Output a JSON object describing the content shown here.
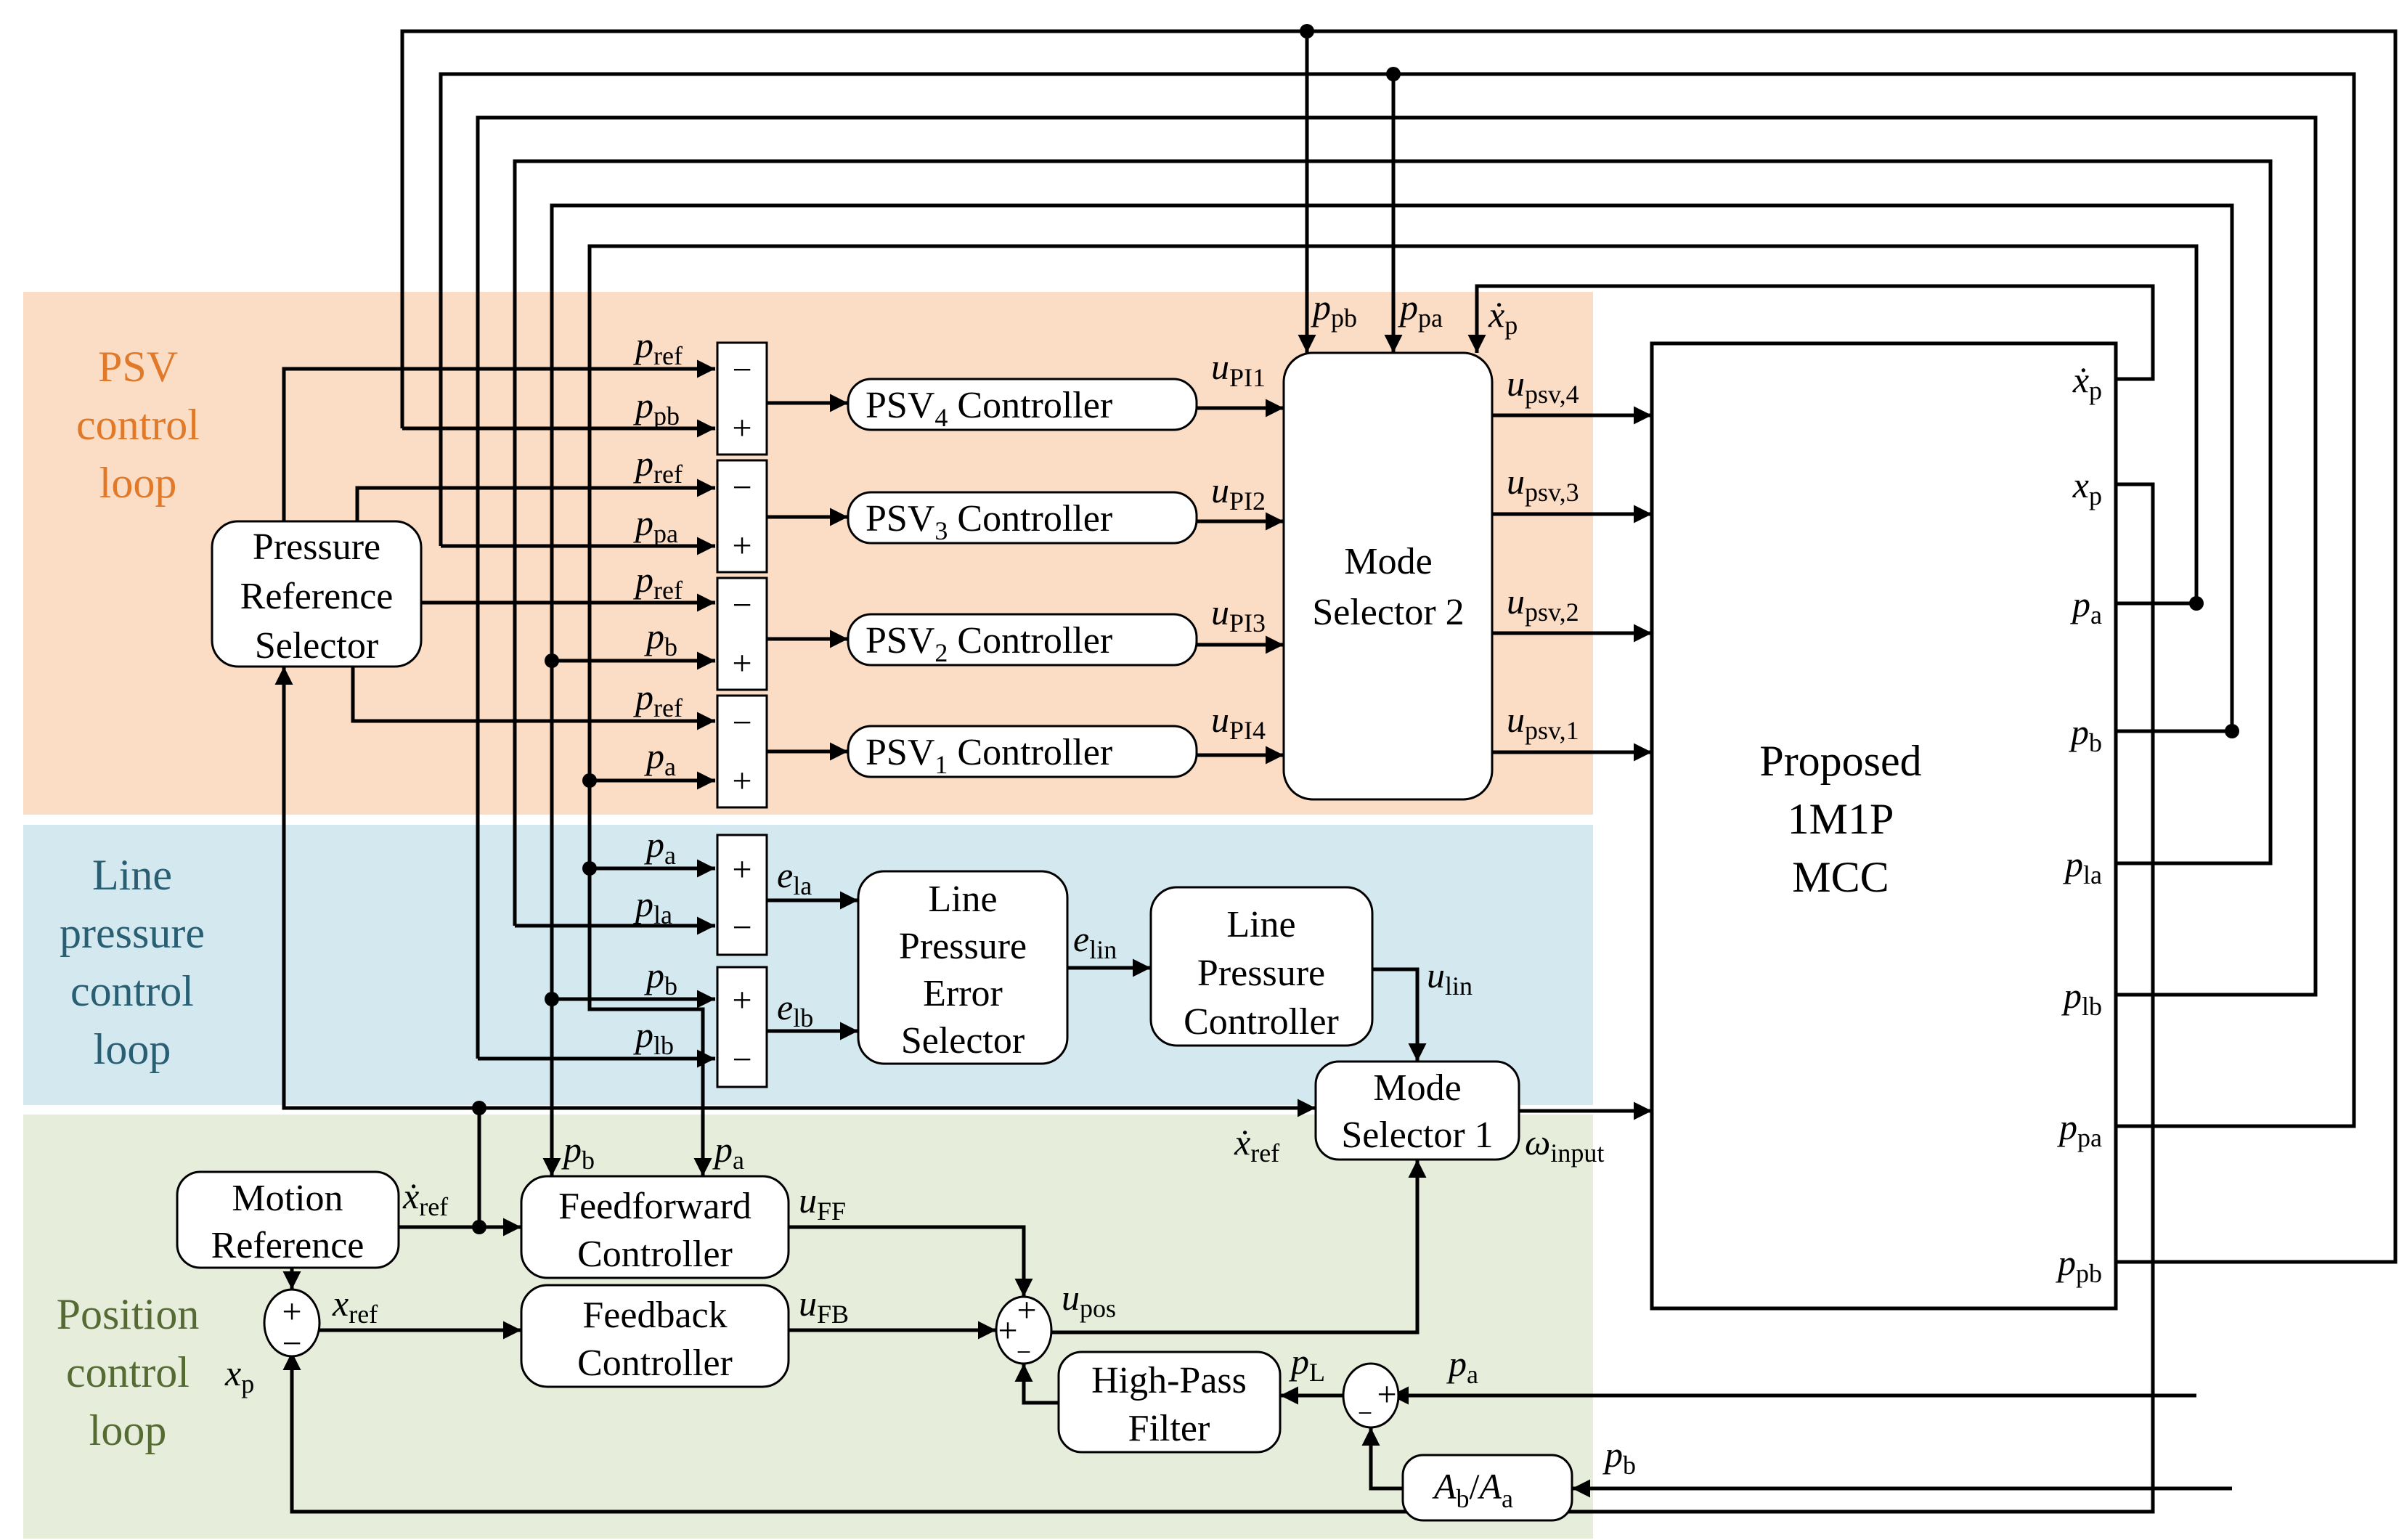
{
  "colors": {
    "psv_band": "#fbdcc4",
    "line_band": "#d3e9ef",
    "position_band": "#e6eedb",
    "psv_text": "#e07a2a",
    "line_text": "#2a5f73",
    "position_text": "#566b34",
    "wire": "#000000"
  },
  "bands": {
    "psv": [
      "PSV",
      "control",
      "loop"
    ],
    "line": [
      "Line",
      "pressure",
      "control",
      "loop"
    ],
    "position": [
      "Position",
      "control",
      "loop"
    ]
  },
  "blocks": {
    "pressure_reference_selector": [
      "Pressure",
      "Reference",
      "Selector"
    ],
    "psv4": {
      "main": "PSV",
      "sub": "4",
      "rest": " Controller"
    },
    "psv3": {
      "main": "PSV",
      "sub": "3",
      "rest": " Controller"
    },
    "psv2": {
      "main": "PSV",
      "sub": "2",
      "rest": " Controller"
    },
    "psv1": {
      "main": "PSV",
      "sub": "1",
      "rest": " Controller"
    },
    "mode_selector_2": [
      "Mode",
      "Selector 2"
    ],
    "mcc": [
      "Proposed",
      "1M1P",
      "MCC"
    ],
    "line_pressure_error_selector": [
      "Line",
      "Pressure",
      "Error",
      "Selector"
    ],
    "line_pressure_controller": [
      "Line",
      "Pressure",
      "Controller"
    ],
    "mode_selector_1": [
      "Mode",
      "Selector 1"
    ],
    "motion_reference": [
      "Motion",
      "Reference"
    ],
    "feedforward_controller": [
      "Feedforward",
      "Controller"
    ],
    "feedback_controller": [
      "Feedback",
      "Controller"
    ],
    "high_pass_filter": [
      "High-Pass",
      "Filter"
    ],
    "area_ratio": {
      "a": "A",
      "a_sub": "b",
      "slash": "/",
      "b": "A",
      "b_sub": "a"
    }
  },
  "signs": {
    "minus": "−",
    "plus": "+"
  },
  "signals": {
    "p_ref": {
      "base": "p",
      "sub": "ref"
    },
    "p_pb": {
      "base": "p",
      "sub": "pb"
    },
    "p_pa": {
      "base": "p",
      "sub": "pa"
    },
    "p_a": {
      "base": "p",
      "sub": "a"
    },
    "p_b": {
      "base": "p",
      "sub": "b"
    },
    "p_la": {
      "base": "p",
      "sub": "la"
    },
    "p_lb": {
      "base": "p",
      "sub": "lb"
    },
    "p_L": {
      "base": "p",
      "sub": "L"
    },
    "xdot_p": {
      "base": "ẋ",
      "sub": "p"
    },
    "x_p": {
      "base": "x",
      "sub": "p"
    },
    "xdot_ref": {
      "base": "ẋ",
      "sub": "ref"
    },
    "x_ref": {
      "base": "x",
      "sub": "ref"
    },
    "u_PI1": {
      "base": "u",
      "sub": "PI1"
    },
    "u_PI2": {
      "base": "u",
      "sub": "PI2"
    },
    "u_PI3": {
      "base": "u",
      "sub": "PI3"
    },
    "u_PI4": {
      "base": "u",
      "sub": "PI4"
    },
    "u_psv4": {
      "base": "u",
      "sub": "psv,4"
    },
    "u_psv3": {
      "base": "u",
      "sub": "psv,3"
    },
    "u_psv2": {
      "base": "u",
      "sub": "psv,2"
    },
    "u_psv1": {
      "base": "u",
      "sub": "psv,1"
    },
    "e_la": {
      "base": "e",
      "sub": "la"
    },
    "e_lb": {
      "base": "e",
      "sub": "lb"
    },
    "e_lin": {
      "base": "e",
      "sub": "lin"
    },
    "u_lin": {
      "base": "u",
      "sub": "lin"
    },
    "omega_input": {
      "base": "ω",
      "sub": "input"
    },
    "u_FF": {
      "base": "u",
      "sub": "FF"
    },
    "u_FB": {
      "base": "u",
      "sub": "FB"
    },
    "u_pos": {
      "base": "u",
      "sub": "pos"
    }
  }
}
